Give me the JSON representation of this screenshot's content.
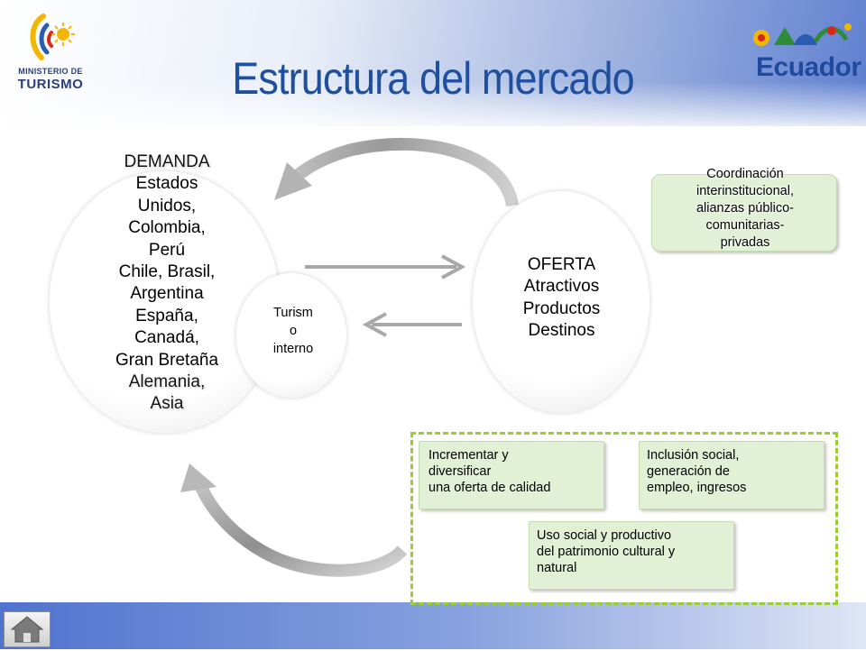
{
  "header": {
    "title": "Estructura del mercado",
    "logo_left": {
      "line1": "MINISTERIO DE",
      "line2": "TURISMO"
    },
    "logo_right": {
      "text": "Ecuador"
    }
  },
  "demanda": {
    "heading": "DEMANDA",
    "items": [
      "Estados",
      "Unidos,",
      "Colombia,",
      "Perú",
      "Chile, Brasil,",
      "Argentina",
      "España,",
      "Canadá,",
      "Gran Bretaña"
    ],
    "tail": [
      "Alemania,",
      "Asia"
    ]
  },
  "turismo": {
    "lines": [
      "Turism",
      "o",
      "interno"
    ]
  },
  "oferta": {
    "lines": [
      "OFERTA",
      "Atractivos",
      "Productos",
      "Destinos"
    ]
  },
  "coordinacion": {
    "lines": [
      "Coordinación",
      "interinstitucional,",
      "alianzas público-",
      "comunitarias-",
      "privadas"
    ]
  },
  "objectives": [
    {
      "lines": [
        "Incrementar y",
        "diversificar",
        "una oferta de calidad"
      ]
    },
    {
      "lines": [
        "Inclusión social,",
        "generación de",
        "empleo, ingresos"
      ]
    },
    {
      "lines": [
        "Uso social y productivo",
        "del patrimonio cultural y",
        "natural"
      ]
    }
  ],
  "footer": {
    "home_icon": "home-icon"
  },
  "colors": {
    "title": "#1f4f9f",
    "box_fill": "#e2f0d6",
    "dashed_border": "#9ccc34",
    "arrow": "#a8a8a8"
  }
}
